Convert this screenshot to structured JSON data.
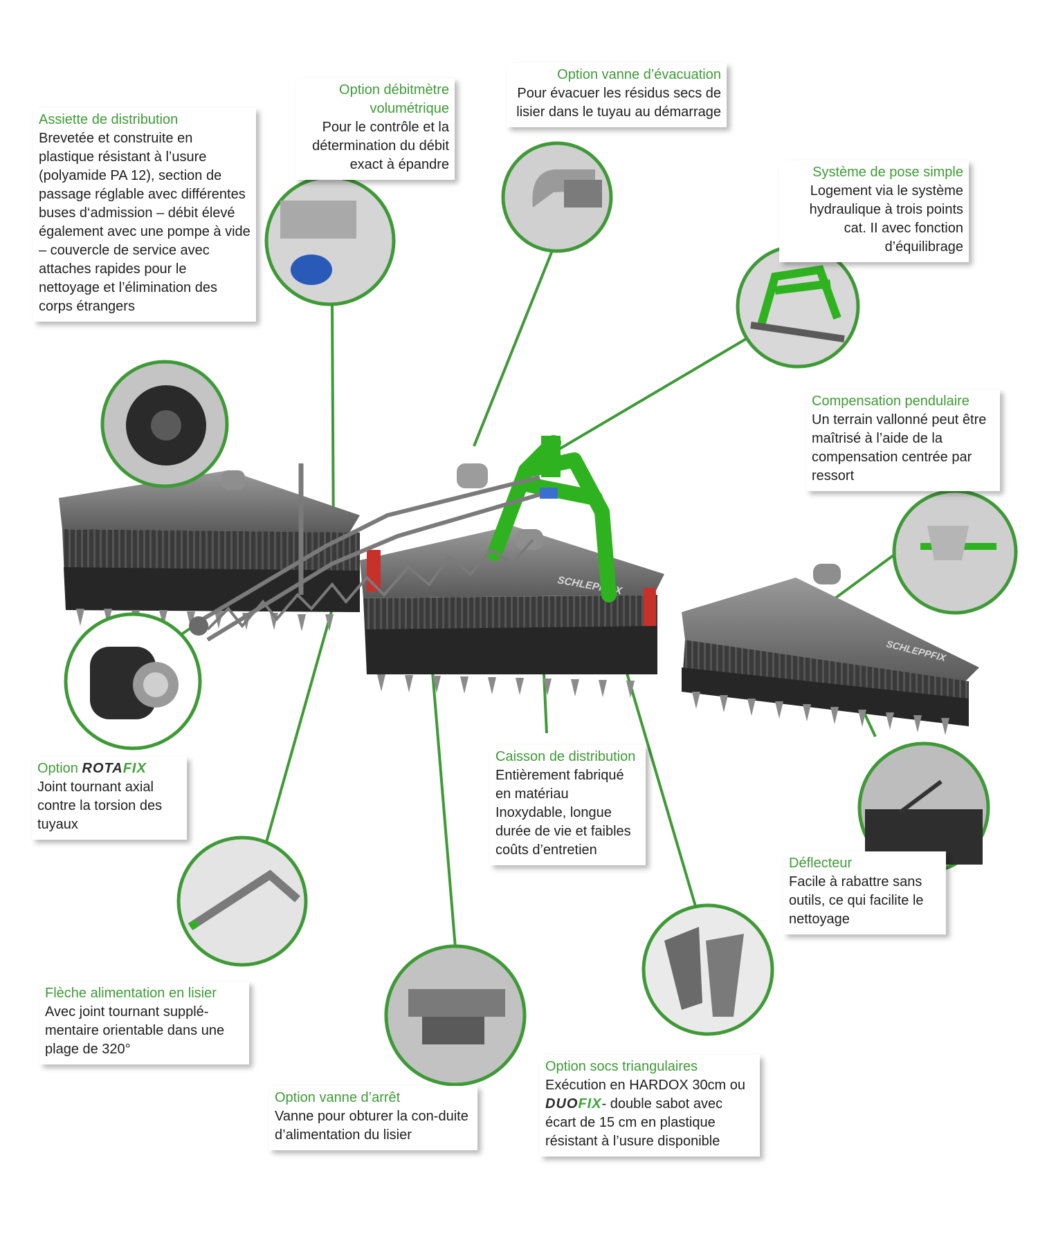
{
  "colors": {
    "accent_green": "#3f9a37",
    "machine_green": "#33c024",
    "machine_gray": "#5e5e5e"
  },
  "callouts": {
    "assiette": {
      "title": "Assiette de distribution",
      "body": "Brevetée et construite en plastique résistant à l’usure (polyamide PA 12), section de passage réglable avec différentes buses d‘admission – débit élevé également avec une pompe à vide – couvercle de service avec attaches rapides pour le nettoyage et l’élimination des corps étrangers"
    },
    "debitmetre": {
      "title": "Option débitmètre volumétrique",
      "body": "Pour le contrôle et la détermination du débit exact à épandre"
    },
    "vanne_evacuation": {
      "title": "Option vanne d’évacuation",
      "body": "Pour évacuer les résidus secs de lisier dans le tuyau au démarrage"
    },
    "pose_simple": {
      "title": "Système de pose simple",
      "body": "Logement via le système hydraulique à trois points cat. II avec fonction d’équilibrage"
    },
    "compensation": {
      "title": "Compensation pendulaire",
      "body": "Un terrain vallonné peut être maîtrisé à l’aide de la compensation centrée par ressort"
    },
    "rotafix": {
      "title": "Option",
      "brand_a": "ROTA",
      "brand_b": "FIX",
      "body": "Joint tournant axial contre la torsion des tuyaux"
    },
    "caisson": {
      "title": "Caisson de distribution",
      "body": "Entièrement fabriqué en matériau Inoxydable, longue durée de vie et faibles coûts d’entretien"
    },
    "deflecteur": {
      "title": "Déflecteur",
      "body": "Facile à rabattre sans outils, ce qui facilite le nettoyage"
    },
    "fleche": {
      "title": "Flèche alimentation en lisier",
      "body": "Avec joint tournant supplé-mentaire orientable dans une plage de 320°"
    },
    "vanne_arret": {
      "title": "Option vanne d’arrêt",
      "body": "Vanne pour obturer la con-duite d’alimentation du lisier"
    },
    "socs": {
      "title": "Option socs triangulaires",
      "body_a": "Exécution en HARDOX 30cm ou",
      "brand_a": "DUO",
      "brand_b": "FIX",
      "body_b": "- double sabot avec écart de 15 cm en plastique résistant à l’usure disponible"
    }
  },
  "machine_labels": {
    "brand": "SCHLEPPFIX"
  }
}
